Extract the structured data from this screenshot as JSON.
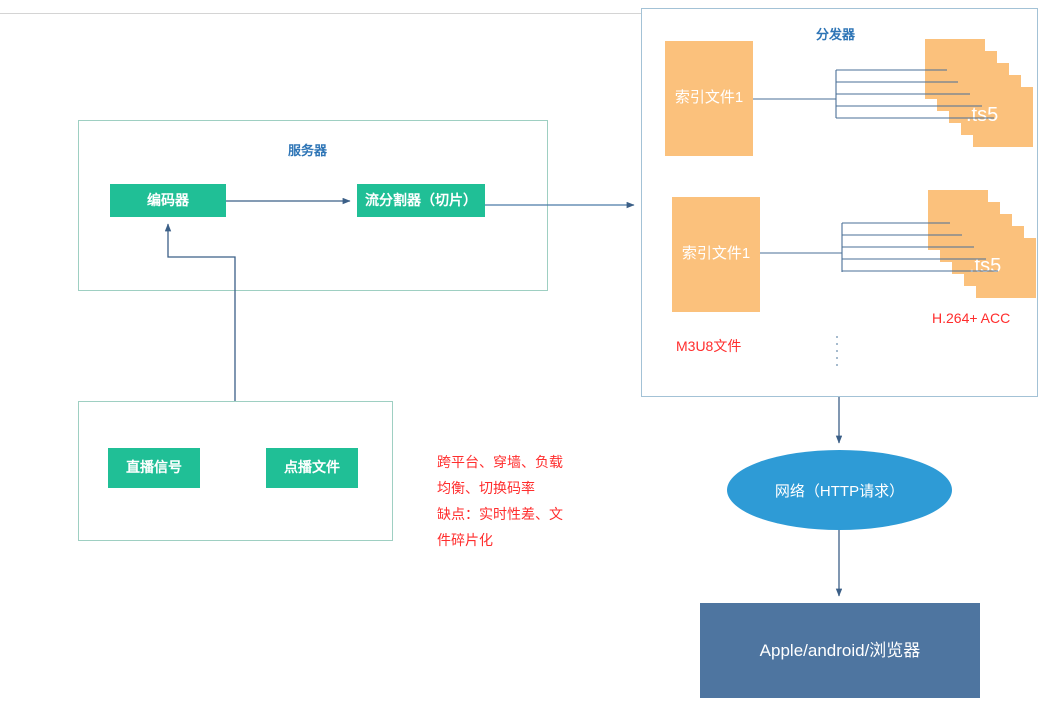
{
  "diagram": {
    "title_server": "服务器",
    "title_distributor": "分发器"
  },
  "server": {
    "encoder": "编码器",
    "splitter": "流分割器（切片）"
  },
  "sources": {
    "live": "直播信号",
    "vod": "点播文件"
  },
  "distributor": {
    "rows": [
      {
        "index_file": "索引文件1",
        "ts_label": ".ts5"
      },
      {
        "index_file": "索引文件1",
        "ts_label": ".ts5"
      }
    ],
    "label_m3u8": "M3U8文件",
    "label_codec": "H.264+ ACC"
  },
  "delivery": {
    "network": "网络（HTTP请求）",
    "clients": "Apple/android/浏览器"
  },
  "notes": {
    "advantages": "跨平台、穿墙、负载\n均衡、切换码率\n缺点：实时性差、文\n件碎片化"
  },
  "colors": {
    "teal": "#20bf96",
    "orange": "#fbc17c",
    "blue_ellipse": "#2e9bd6",
    "slate": "#4e75a0",
    "line": "#3b5f87",
    "title_blue": "#2e75b6",
    "note_red": "#ff2d2d"
  }
}
